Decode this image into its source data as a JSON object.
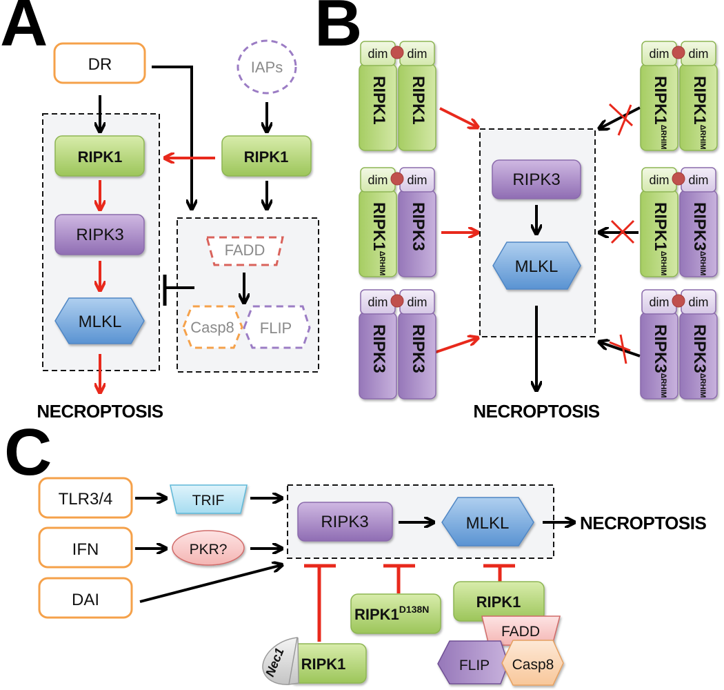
{
  "panels": {
    "a": {
      "label": "A",
      "dr": "DR",
      "iaps": "IAPs",
      "ripk1_left": "RIPK1",
      "ripk1_right": "RIPK1",
      "ripk3": "RIPK3",
      "mlkl": "MLKL",
      "fadd": "FADD",
      "casp8": "Casp8",
      "flip": "FLIP",
      "outcome": "NECROPTOSIS"
    },
    "b": {
      "label": "B",
      "dim": "dim",
      "dimers_left": [
        {
          "left": "RIPK1",
          "left_sup": "",
          "right": "RIPK1",
          "right_sup": ""
        },
        {
          "left": "RIPK1",
          "left_sup": "ΔRHIM",
          "right": "RIPK3",
          "right_sup": ""
        },
        {
          "left": "RIPK3",
          "left_sup": "",
          "right": "RIPK3",
          "right_sup": ""
        }
      ],
      "dimers_right": [
        {
          "left": "RIPK1",
          "left_sup": "ΔRHIM",
          "right": "RIPK1",
          "right_sup": "ΔRHIM"
        },
        {
          "left": "RIPK1",
          "left_sup": "ΔRHIM",
          "right": "RIPK3",
          "right_sup": "ΔRHIM"
        },
        {
          "left": "RIPK3",
          "left_sup": "ΔRHIM",
          "right": "RIPK3",
          "right_sup": "ΔRHIM"
        }
      ],
      "ripk3": "RIPK3",
      "mlkl": "MLKL",
      "outcome": "NECROPTOSIS"
    },
    "c": {
      "label": "C",
      "tlr": "TLR3/4",
      "ifn": "IFN",
      "dai": "DAI",
      "trif": "TRIF",
      "pkr": "PKR?",
      "ripk3": "RIPK3",
      "mlkl": "MLKL",
      "outcome": "NECROPTOSIS",
      "nec1": "Nec1",
      "ripk1_nec1": "RIPK1",
      "ripk1_mut": "RIPK1",
      "ripk1_mut_sup": "D138N",
      "ripk1_complex": "RIPK1",
      "fadd": "FADD",
      "flip": "FLIP",
      "casp8": "Casp8"
    }
  },
  "colors": {
    "green_top": "#d6eaa8",
    "green_bottom": "#9cc55a",
    "green_stroke": "#8db552",
    "purple_top": "#cbb3df",
    "purple_bottom": "#8f6db3",
    "purple_stroke": "#8a6aab",
    "blue_top": "#a9caec",
    "blue_bottom": "#5a93d2",
    "blue_stroke": "#4f86c4",
    "orange": "#f5a14a",
    "red": "#e8291c",
    "dim_red": "#c0504d",
    "dashed_purple": "#9b7cc4",
    "dashed_red": "#d9625b"
  }
}
